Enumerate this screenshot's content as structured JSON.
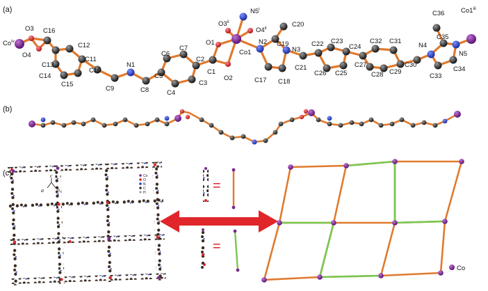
{
  "panels": {
    "a": "(a)",
    "b": "(b)",
    "c": "(c)"
  },
  "atom_labels": {
    "co_iv": "Co",
    "co_iv_sup": "iv",
    "o3": "O3",
    "o4": "O4",
    "c16": "C16",
    "c12": "C12",
    "c13": "C13",
    "c11": "C11",
    "c14": "C14",
    "c10": "C10",
    "c15": "C15",
    "c9": "C9",
    "n1": "N1",
    "c8": "C8",
    "c6": "C6",
    "c7": "C7",
    "c5": "C5",
    "c2": "C2",
    "c4": "C4",
    "c3": "C3",
    "o1": "O1",
    "c1": "C1",
    "o2": "O2",
    "o3ii": "O3",
    "o3ii_sup": "ii",
    "n5i": "N5",
    "n5i_sup": "i",
    "o4ii": "O4",
    "o4ii_sup": "ii",
    "co1": "Co1",
    "n2": "N2",
    "c20": "C20",
    "c19": "C19",
    "n3": "N3",
    "c17": "C17",
    "c18": "C18",
    "c21": "C21",
    "c22": "C22",
    "c23": "C23",
    "c24": "C24",
    "c26": "C26",
    "c25": "C25",
    "c32": "C32",
    "c31": "C31",
    "c27": "C27",
    "c28": "C28",
    "c29": "C29",
    "c30": "C30",
    "c36": "C36",
    "n4": "N4",
    "c35": "C35",
    "co1iii": "Co1",
    "co1iii_sup": "iii",
    "n5": "N5",
    "c33": "C33",
    "c34": "C34"
  },
  "legend_small": {
    "co": "Co",
    "o": "O",
    "n": "N",
    "c": "C",
    "h": "H"
  },
  "axes": {
    "a": "a",
    "b": "b",
    "c": "c"
  },
  "equals": "=",
  "legend_co": "Co",
  "colors": {
    "bond": "#e07a2e",
    "carbon": "#2d2d2d",
    "nitrogen": "#2340c8",
    "oxygen": "#d8262a",
    "cobalt": "#7a2a90",
    "green_link": "#78c850",
    "arrow": "#e0262a"
  }
}
